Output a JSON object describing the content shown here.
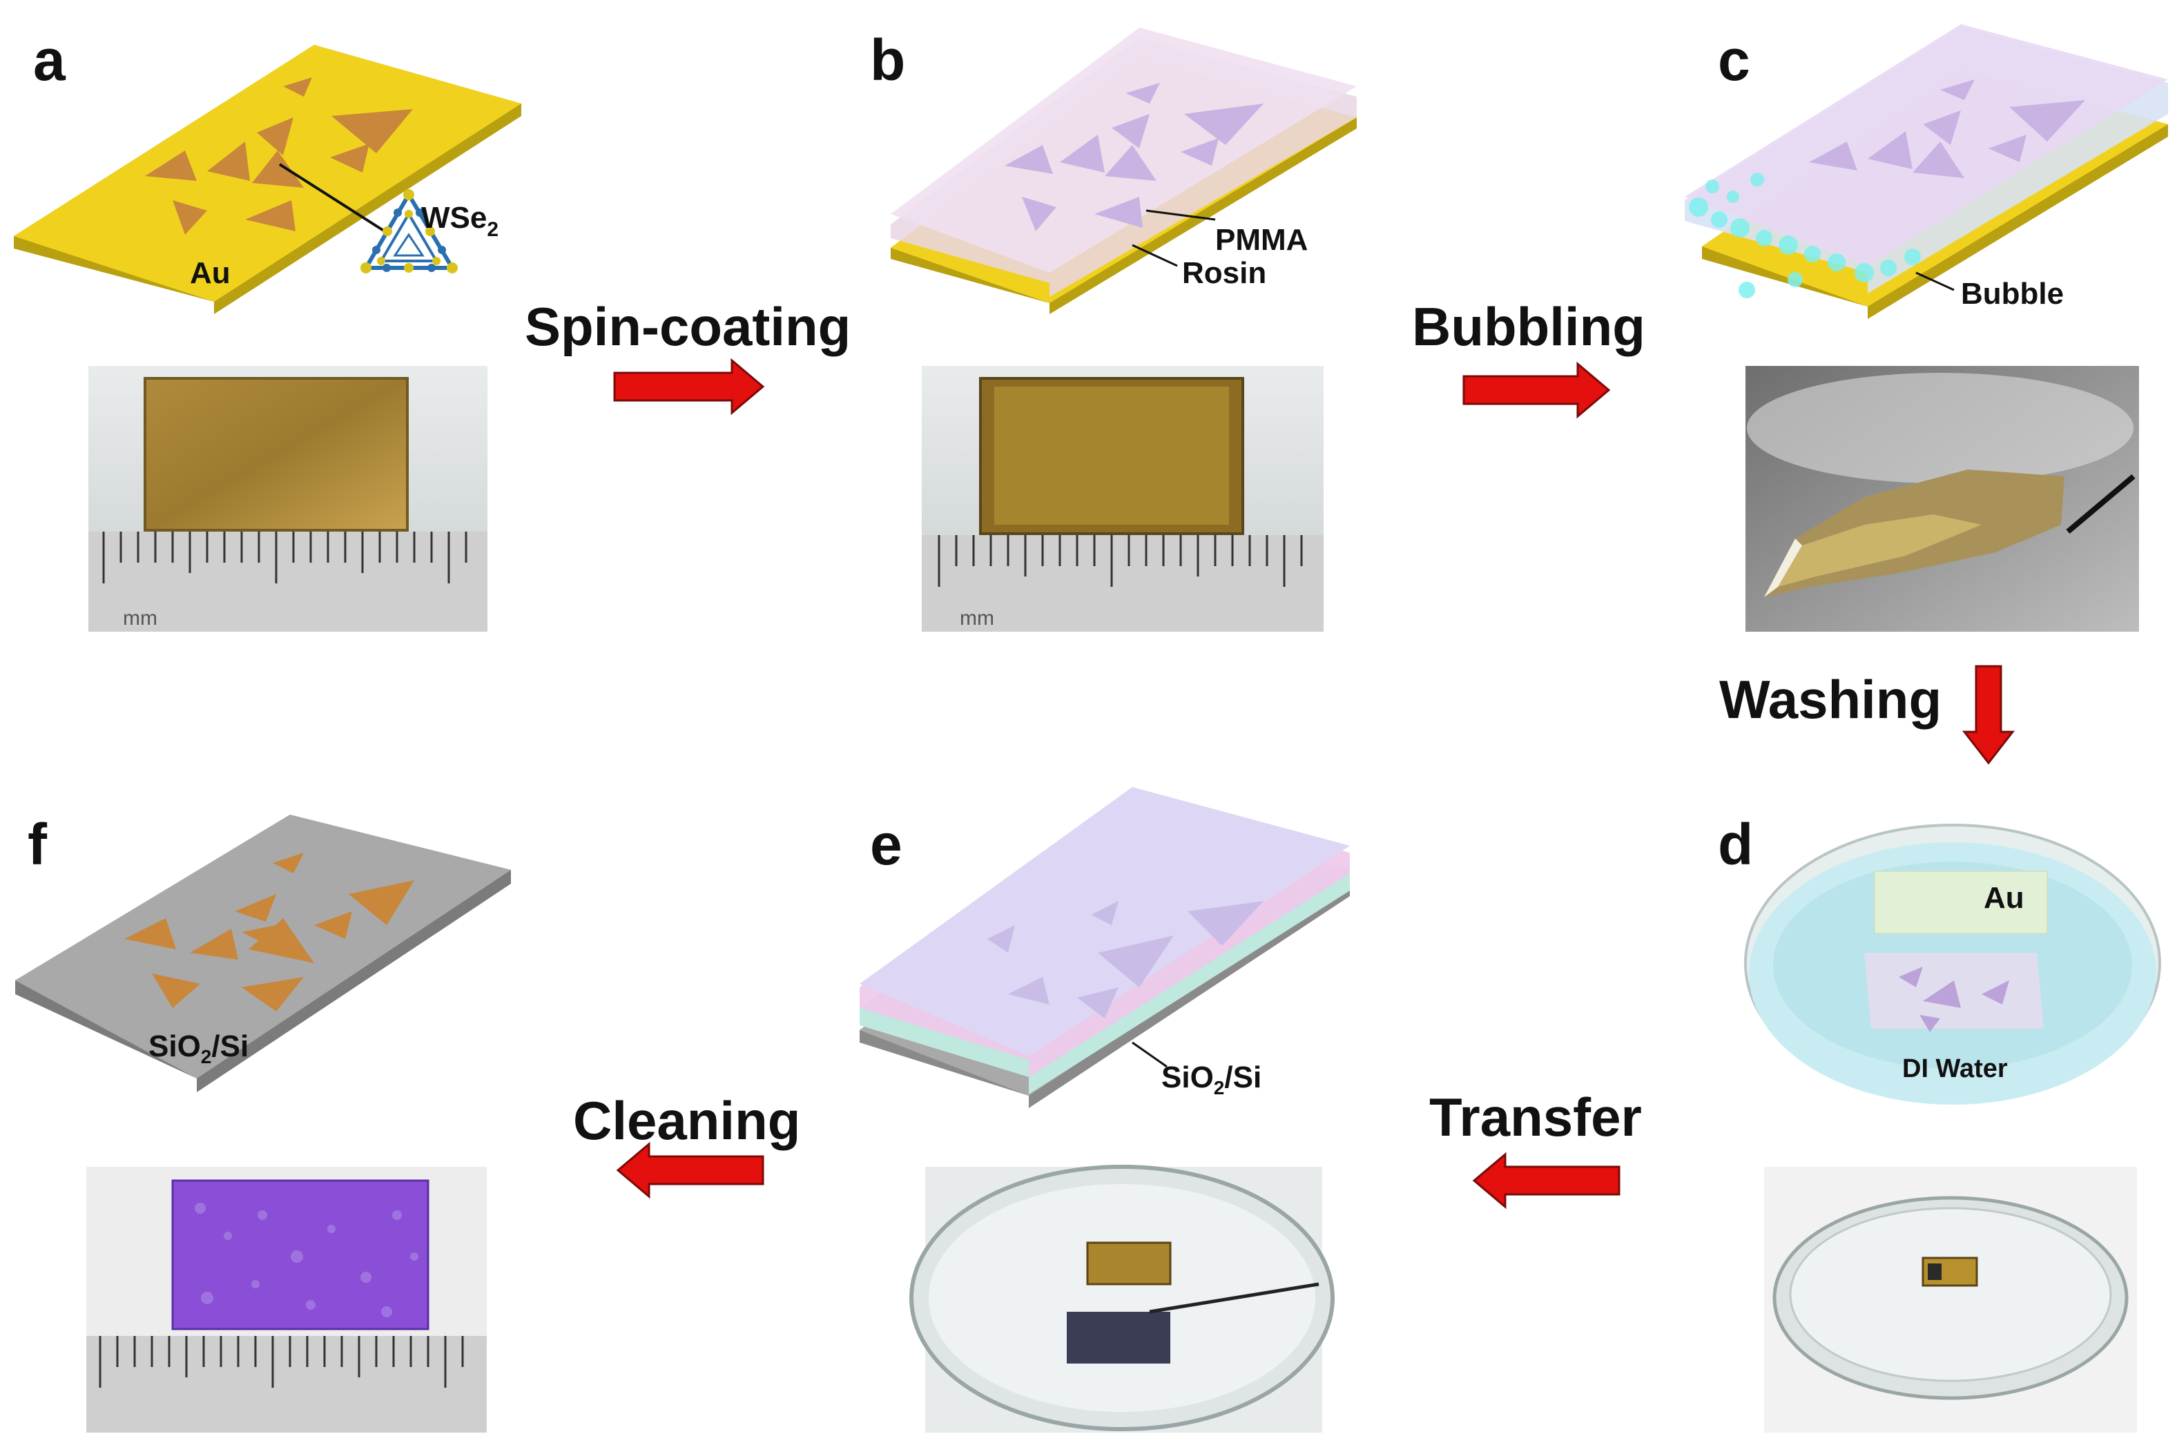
{
  "panels": [
    {
      "id": "a",
      "letter": "a",
      "labels": {
        "substrate": "Au",
        "material": "WSe",
        "material_sub": "2"
      }
    },
    {
      "id": "b",
      "letter": "b",
      "labels": {
        "top": "PMMA",
        "bottom": "Rosin"
      }
    },
    {
      "id": "c",
      "letter": "c",
      "labels": {
        "bubble": "Bubble"
      }
    },
    {
      "id": "d",
      "letter": "d",
      "labels": {
        "au": "Au",
        "water": "DI Water"
      }
    },
    {
      "id": "e",
      "letter": "e",
      "labels": {
        "substrate_a": "SiO",
        "substrate_sub": "2",
        "substrate_b": "/Si"
      }
    },
    {
      "id": "f",
      "letter": "f",
      "labels": {
        "substrate_a": "SiO",
        "substrate_sub": "2",
        "substrate_b": "/Si"
      }
    }
  ],
  "steps": [
    {
      "label": "Spin-coating",
      "direction": "right"
    },
    {
      "label": "Bubbling",
      "direction": "right"
    },
    {
      "label": "Washing",
      "direction": "down"
    },
    {
      "label": "Transfer",
      "direction": "left"
    },
    {
      "label": "Cleaning",
      "direction": "left"
    }
  ],
  "photos": [
    {
      "panel": "a",
      "ruler_unit": "mm"
    },
    {
      "panel": "b",
      "ruler_unit": "mm"
    },
    {
      "panel": "c"
    },
    {
      "panel": "d"
    },
    {
      "panel": "e"
    },
    {
      "panel": "f"
    }
  ],
  "colors": {
    "gold": "#f0d21e",
    "gold_side": "#b9a010",
    "flake": "#c8873a",
    "arrow": "#e3100d",
    "pmma": "#e8c8ee",
    "silicon": "#a9a9a9",
    "water": "#c9ecf2",
    "purple": "#8a4fd6"
  }
}
